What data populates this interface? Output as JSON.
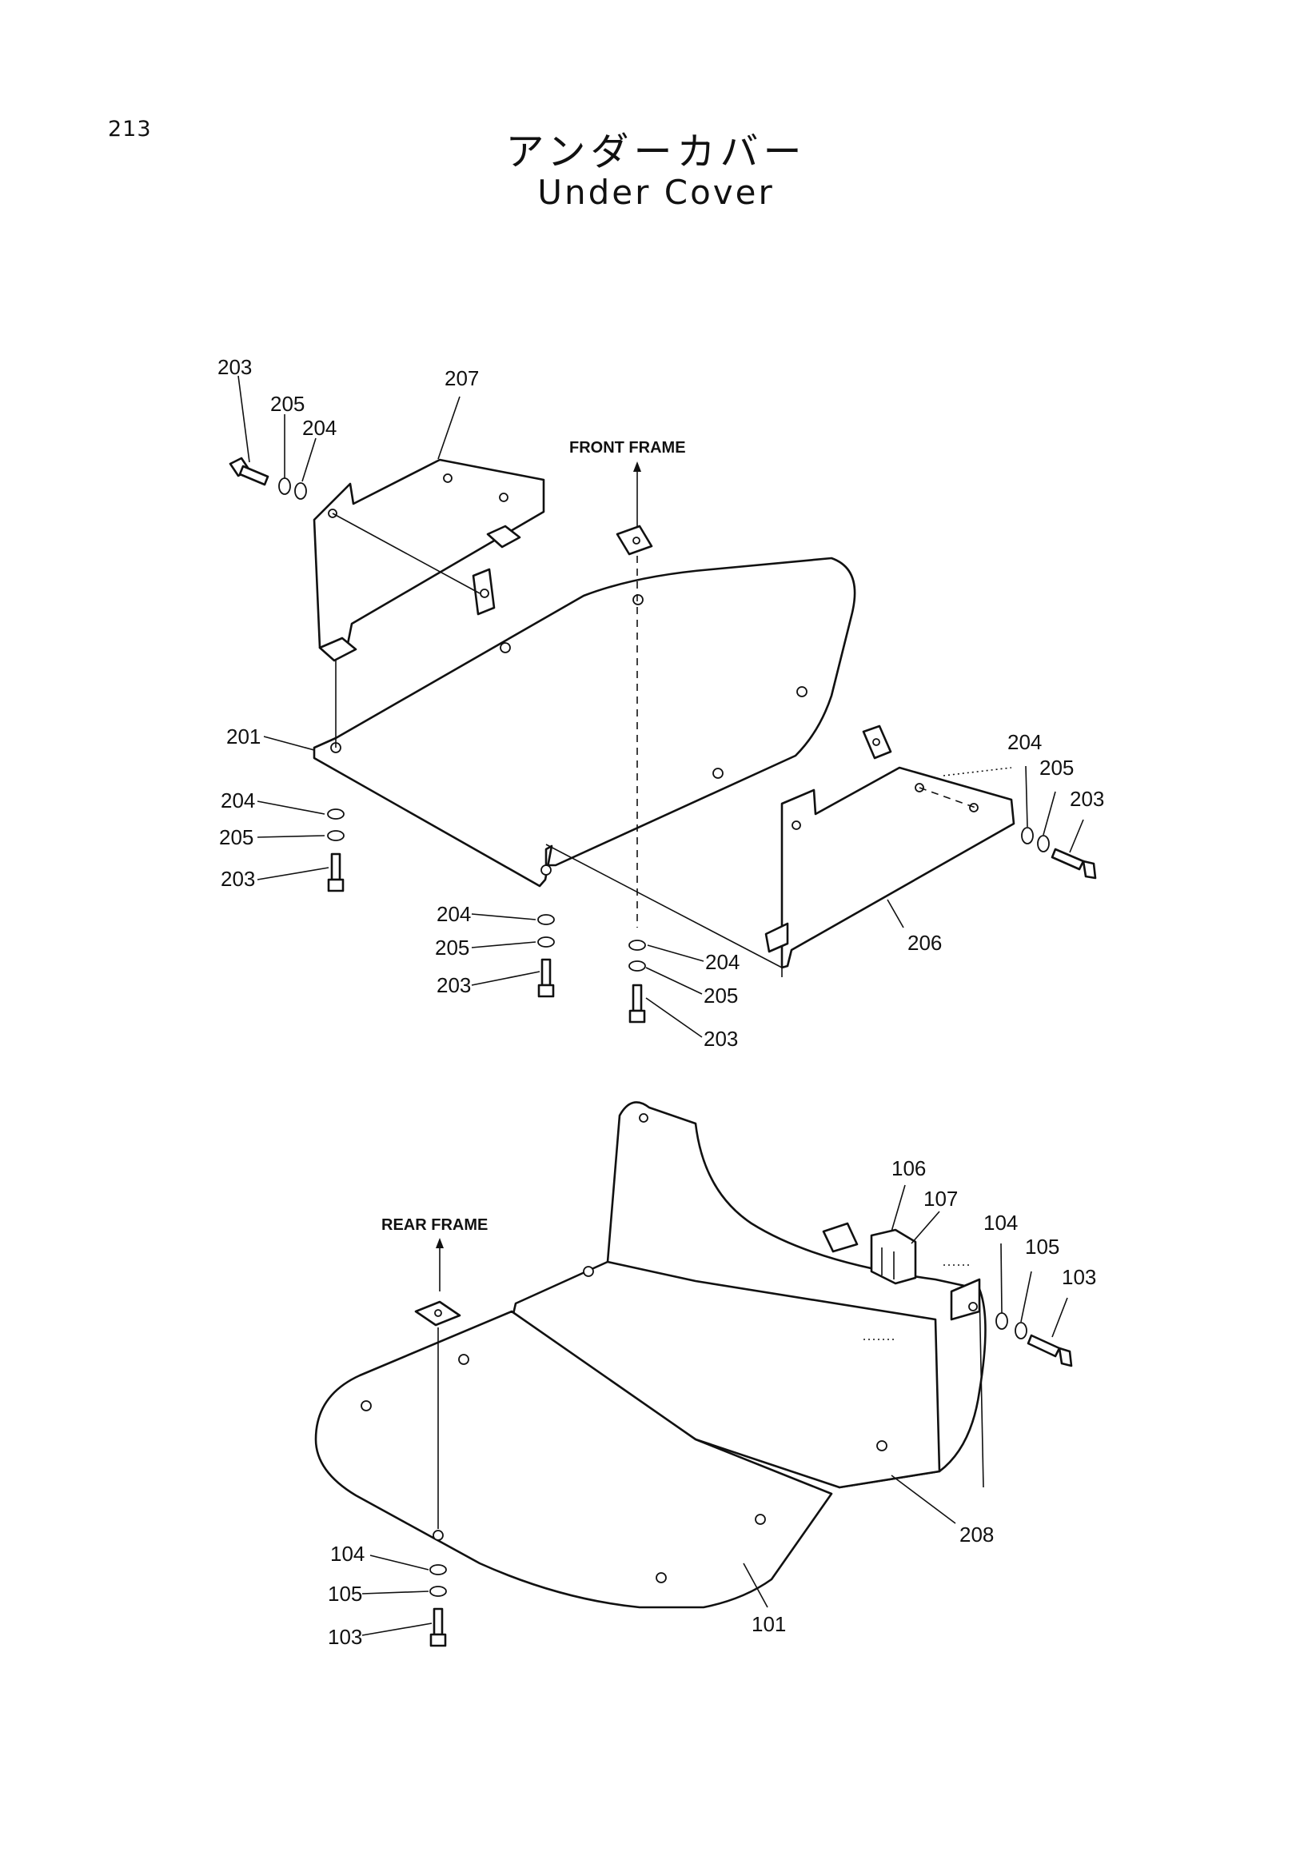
{
  "page_number": "213",
  "title_japanese": "アンダーカバー",
  "title_english": "Under Cover",
  "frame_labels": {
    "front": "FRONT FRAME",
    "rear": "REAR FRAME"
  },
  "callouts": {
    "c203a": "203",
    "c205a": "205",
    "c204a": "204",
    "c207": "207",
    "c201": "201",
    "c204b": "204",
    "c205b": "205",
    "c203b": "203",
    "c204c": "204",
    "c205c": "205",
    "c203c": "203",
    "c204d": "204",
    "c205d": "205",
    "c203d": "203",
    "c204e": "204",
    "c205e": "205",
    "c203e": "203",
    "c206": "206",
    "c106": "106",
    "c107": "107",
    "c104a": "104",
    "c105a": "105",
    "c103a": "103",
    "c208": "208",
    "c101": "101",
    "c104b": "104",
    "c105b": "105",
    "c103b": "103"
  }
}
